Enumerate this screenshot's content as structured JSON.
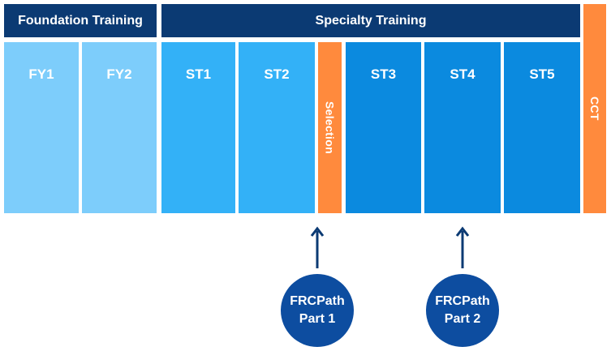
{
  "headers": {
    "foundation": "Foundation Training",
    "specialty": "Specialty Training"
  },
  "years": {
    "fy1": "FY1",
    "fy2": "FY2",
    "st1": "ST1",
    "st2": "ST2",
    "st3": "ST3",
    "st4": "ST4",
    "st5": "ST5"
  },
  "milestones": {
    "selection": "Selection",
    "cct": "CCT"
  },
  "exams": {
    "part1": {
      "line1": "FRCPath",
      "line2": "Part 1"
    },
    "part2": {
      "line1": "FRCPath",
      "line2": "Part 2"
    }
  },
  "colors": {
    "header_navy": "#0b3a73",
    "foundation_light_blue": "#7dcdfb",
    "early_specialty_blue": "#33b1f7",
    "late_specialty_blue": "#0b8adf",
    "milestone_orange": "#ff8a3d",
    "exam_circle": "#0d4da0",
    "arrow": "#0b3a73"
  }
}
